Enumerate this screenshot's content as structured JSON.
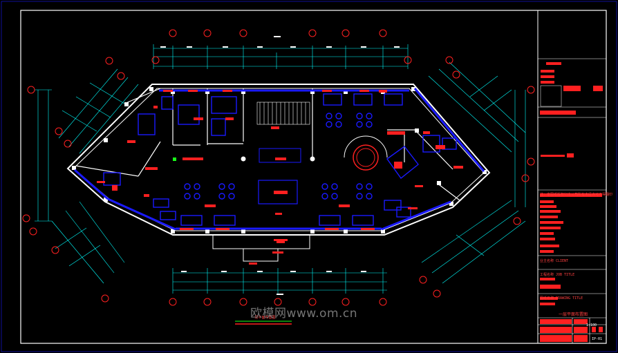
{
  "watermark": "欧模网www.om.cn",
  "title_block": {
    "label_client": "业主名称 CLIENT",
    "label_job": "工程名称 JOB TITLE",
    "label_drawing": "图纸名称 DRAWING TITLE",
    "label_note": "注：本图纸版权归本公司所有未经许可不得翻印",
    "drawing_title": "一层平面布置图",
    "scale": "1:100",
    "sheet_no": "IP-01"
  },
  "plan_caption": "一层平面布置图",
  "colors": {
    "background": "#000000",
    "wall": "#ffffff",
    "furniture": "#1a1aff",
    "dimension": "#00ffff",
    "label": "#ff2020",
    "axis_bubble": "#ff2020",
    "watermark": "#8a8a8a"
  }
}
